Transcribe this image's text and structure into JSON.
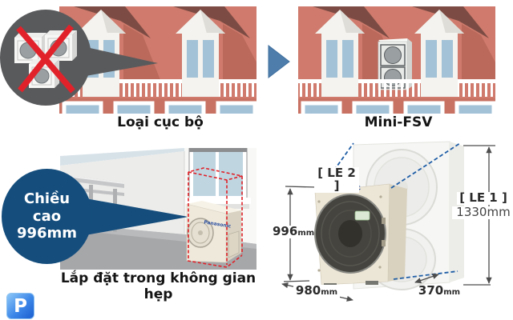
{
  "brand": "Panasonic",
  "comparison": {
    "before_caption": "Loại cục bộ",
    "after_caption": "Mini-FSV"
  },
  "installation": {
    "bubble_line1": "Chiều",
    "bubble_line2": "cao",
    "bubble_line3": "996mm",
    "caption": "Lắp đặt trong không gian hẹp"
  },
  "dimensions": {
    "le2_label": "[ LE 2 ]",
    "le1_label": "[ LE 1 ]",
    "le1_height": "1330mm",
    "height_value": "996",
    "height_unit": "mm",
    "width_value": "980",
    "width_unit": "mm",
    "depth_value": "370",
    "depth_unit": "mm"
  },
  "logo_letter": "P",
  "colors": {
    "house_wall": "#cf7a6c",
    "house_roof": "#7c4c44",
    "window_blue": "#a3c2d7",
    "bubble_gray": "#595a5c",
    "cross_red": "#e2222b",
    "arrow_blue": "#4e7dab",
    "callout_navy": "#154e7d",
    "dashed_red": "#e02128",
    "dashed_blue": "#1f5ea6",
    "unit_cream": "#ece6d6"
  }
}
